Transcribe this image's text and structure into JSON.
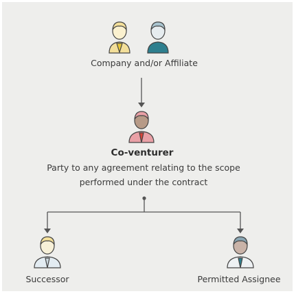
{
  "nodes": {
    "company": {
      "label": "Company and/or Affiliate"
    },
    "coventurer": {
      "title": "Co-venturer",
      "description_line1": "Party to any agreement relating to the scope",
      "description_line2": "performed under the contract"
    },
    "successor": {
      "label": "Successor"
    },
    "permitted_assignee": {
      "label": "Permitted Assignee"
    }
  },
  "colors": {
    "background": "#eeeeec",
    "line": "#555555",
    "yellow_person": "#f3df9a",
    "teal_person": "#2e7f8e",
    "pink_person": "#e9a0a6",
    "red_tie": "#d9443a"
  }
}
